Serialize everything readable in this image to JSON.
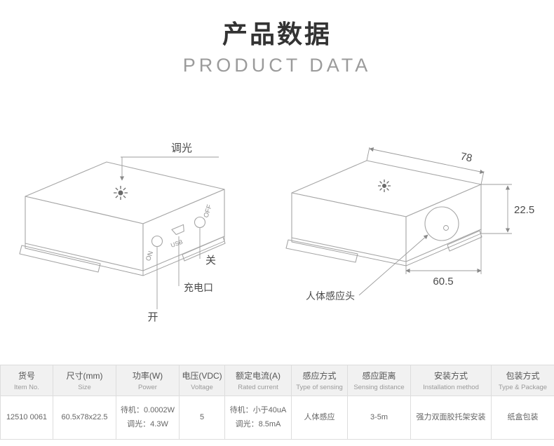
{
  "colors": {
    "line_art": "#a6a6a6",
    "annotation_text": "#4a4a4a",
    "table_header_bg": "#f1f1f1"
  },
  "header": {
    "title": "产品数据",
    "subtitle": "PRODUCT DATA"
  },
  "drawing_left": {
    "dimmer_label": "调光",
    "on_label": "ON",
    "usb_label": "USB",
    "off_label": "OFF",
    "switch_off_cn": "关",
    "charge_port_cn": "充电口",
    "switch_on_cn": "开"
  },
  "drawing_right": {
    "width_mm": "78",
    "height_mm": "22.5",
    "depth_mm": "60.5",
    "sensor_label_cn": "人体感应头"
  },
  "table": {
    "headers": [
      {
        "cn": "货号",
        "en": "Item No."
      },
      {
        "cn": "尺寸(mm)",
        "en": "Size"
      },
      {
        "cn": "功率(W)",
        "en": "Power"
      },
      {
        "cn": "电压(VDC)",
        "en": "Voltage"
      },
      {
        "cn": "额定电流(A)",
        "en": "Rated current"
      },
      {
        "cn": "感应方式",
        "en": "Type of sensing"
      },
      {
        "cn": "感应距离",
        "en": "Sensing distance"
      },
      {
        "cn": "安装方式",
        "en": "Installation method"
      },
      {
        "cn": "包装方式",
        "en": "Type & Package"
      }
    ],
    "row": [
      "12510 0061",
      "60.5x78x22.5",
      "待机：0.0002W\n调光：4.3W",
      "5",
      "待机：小于40uA\n调光：8.5mA",
      "人体感应",
      "3-5m",
      "强力双面胶托架安装",
      "纸盒包装"
    ]
  }
}
